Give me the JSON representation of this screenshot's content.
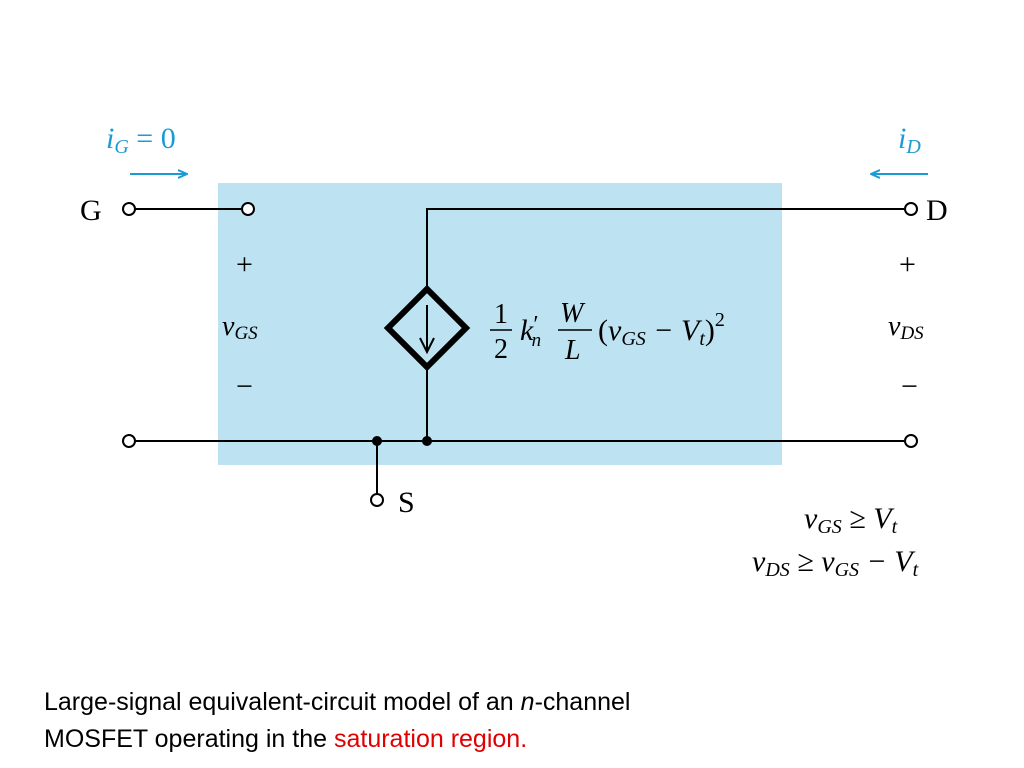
{
  "colors": {
    "box_fill": "#bde3f2",
    "wire": "#000000",
    "current_label": "#1a9bd5",
    "highlight": "#e00000"
  },
  "terminals": {
    "gate": "G",
    "drain": "D",
    "source": "S"
  },
  "left_port": {
    "plus": "+",
    "voltage_v": "v",
    "voltage_sub": "GS",
    "minus": "−"
  },
  "right_port": {
    "plus": "+",
    "voltage_v": "v",
    "voltage_sub": "DS",
    "minus": "−"
  },
  "currents": {
    "gate_i": "i",
    "gate_sub": "G",
    "gate_rest": " = 0",
    "drain_i": "i",
    "drain_sub": "D"
  },
  "source_expression": {
    "half_num": "1",
    "half_den": "2",
    "k": "k",
    "k_prime": "′",
    "k_sub": "n",
    "w": "W",
    "l": "L",
    "paren_open": "(",
    "v": "v",
    "v_sub": "GS",
    "minus": " − V",
    "vt_sub": "t",
    "paren_close": ")",
    "exponent": "2"
  },
  "conditions": {
    "line1_v": "v",
    "line1_sub": "GS",
    "line1_rel": " ≥ V",
    "line1_t": "t",
    "line2_v": "v",
    "line2_sub": "DS",
    "line2_rel": " ≥ v",
    "line2_sub2": "GS",
    "line2_minus": " − V",
    "line2_t": "t"
  },
  "caption": {
    "part1": "Large-signal equivalent-circuit model of an ",
    "italic_n": "n",
    "part2": "-channel",
    "part3": "MOSFET operating in the ",
    "highlight": "saturation region."
  }
}
